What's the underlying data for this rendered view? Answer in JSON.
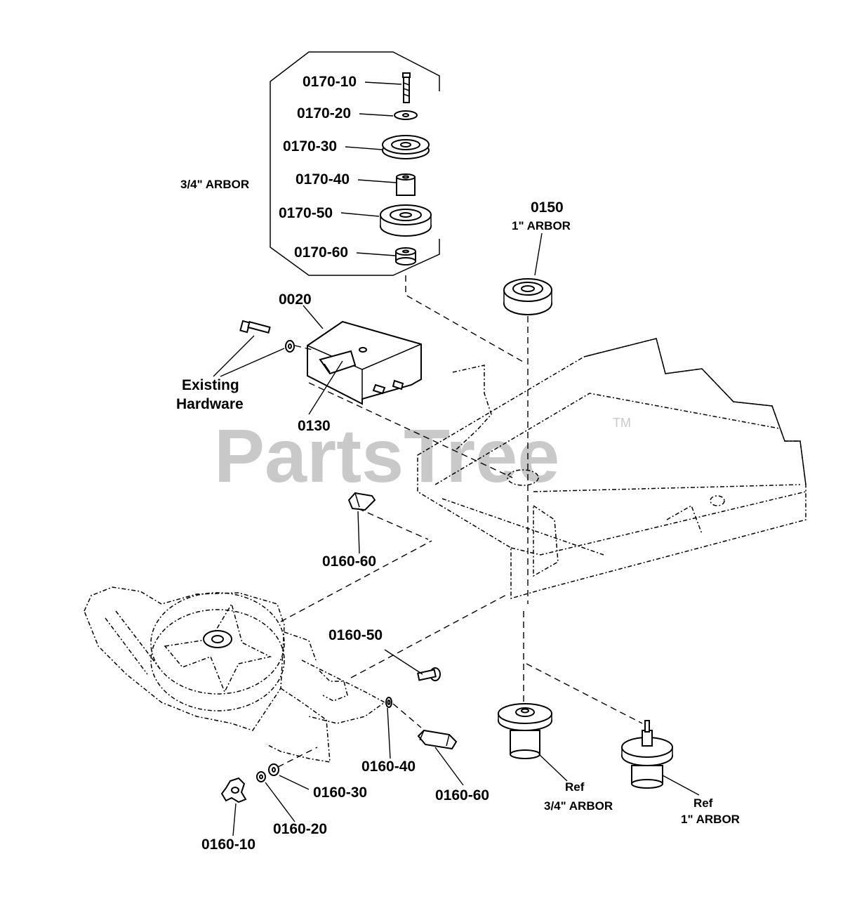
{
  "watermark": {
    "text": "PartsTree",
    "trademark": "TM"
  },
  "callouts": {
    "p0170_10": "0170-10",
    "p0170_20": "0170-20",
    "p0170_30": "0170-30",
    "p0170_40": "0170-40",
    "p0170_50": "0170-50",
    "p0170_60": "0170-60",
    "arbor_34_group": "3/4\" ARBOR",
    "p0150": "0150",
    "p0150_arbor": "1\" ARBOR",
    "p0020": "0020",
    "existing_1": "Existing",
    "existing_2": "Hardware",
    "p0130": "0130",
    "p0160_60_top": "0160-60",
    "p0160_50": "0160-50",
    "p0160_40": "0160-40",
    "p0160_60_bottom": "0160-60",
    "p0160_30": "0160-30",
    "p0160_20": "0160-20",
    "p0160_10": "0160-10",
    "ref_34_1": "Ref",
    "ref_34_2": "3/4\" ARBOR",
    "ref_1_1": "Ref",
    "ref_1_2": "1\" ARBOR"
  }
}
